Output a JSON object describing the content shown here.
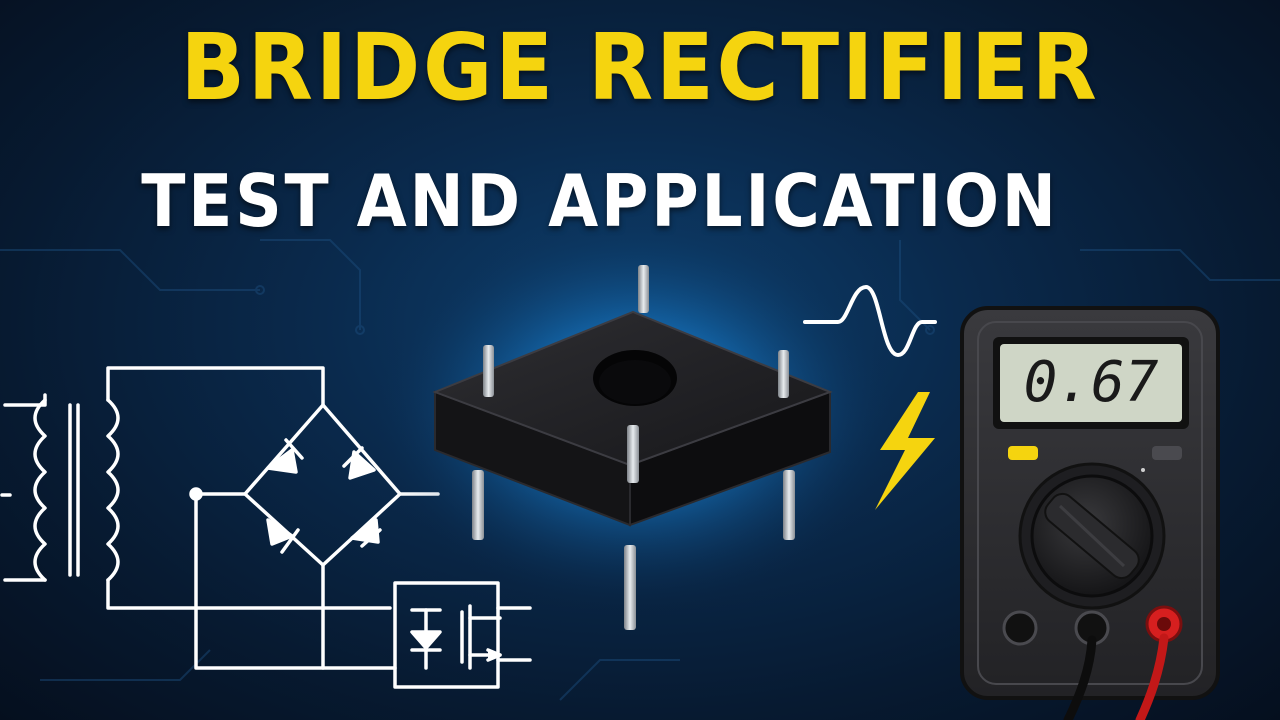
{
  "thumbnail": {
    "title": "BRIDGE RECTIFIER",
    "subtitle": "TEST AND APPLICATION"
  },
  "multimeter": {
    "reading": "0.67"
  },
  "colors": {
    "title": "#f5d40f",
    "subtitle": "#ffffff",
    "background": "#0a2a4d",
    "glow": "#2aa8ff",
    "component_body": "#1c1c1e",
    "meter_body": "#2b2b2e",
    "lcd": "#cfd6c6",
    "probe_red": "#d61f1f"
  },
  "icons": [
    "bridge-rectifier-component",
    "transformer-icon",
    "diode-bridge-icon",
    "regulator-box-icon",
    "sine-wave-icon",
    "lightning-bolt-icon",
    "multimeter-icon",
    "selector-dial-icon",
    "probe-lead-icon"
  ]
}
